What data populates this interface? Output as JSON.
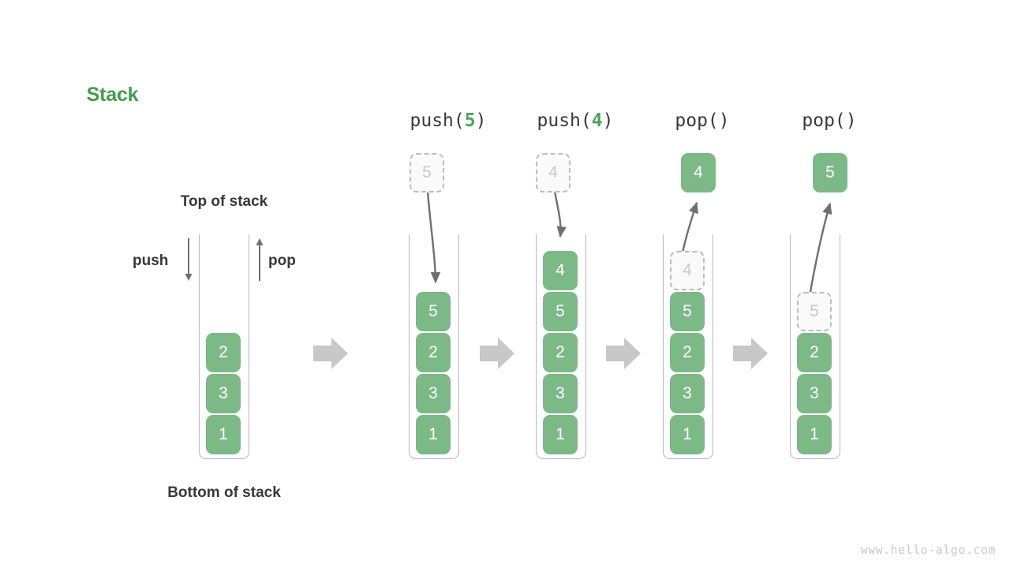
{
  "diagram": {
    "title": "Stack",
    "title_color": "#459a53",
    "cell_color": "#7cb987",
    "ghost_border_color": "#bdbdbd",
    "arrow_color": "#707070",
    "flow_arrow_color": "#c8c8c8",
    "labels": {
      "top_of_stack": "Top of stack",
      "bottom_of_stack": "Bottom of stack",
      "push": "push",
      "pop": "pop"
    },
    "watermark": "www.hello-algo.com"
  },
  "panels": [
    {
      "id": "initial",
      "header": null,
      "header_arg": null,
      "stack": [
        "2",
        "3",
        "1"
      ],
      "floating": null,
      "ghost_in_stack": null
    },
    {
      "id": "push-5",
      "header_prefix": "push(",
      "header_arg": "5",
      "header_suffix": ")",
      "stack": [
        "5",
        "2",
        "3",
        "1"
      ],
      "floating": {
        "value": "5",
        "style": "ghost"
      },
      "ghost_in_stack": null
    },
    {
      "id": "push-4",
      "header_prefix": "push(",
      "header_arg": "4",
      "header_suffix": ")",
      "stack": [
        "4",
        "5",
        "2",
        "3",
        "1"
      ],
      "floating": {
        "value": "4",
        "style": "ghost"
      },
      "ghost_in_stack": null
    },
    {
      "id": "pop-1",
      "header_prefix": "pop(",
      "header_arg": "",
      "header_suffix": ")",
      "stack": [
        "5",
        "2",
        "3",
        "1"
      ],
      "floating": {
        "value": "4",
        "style": "solid"
      },
      "ghost_in_stack": {
        "value": "4",
        "slot": 0
      }
    },
    {
      "id": "pop-2",
      "header_prefix": "pop(",
      "header_arg": "",
      "header_suffix": ")",
      "stack": [
        "2",
        "3",
        "1"
      ],
      "floating": {
        "value": "5",
        "style": "solid"
      },
      "ghost_in_stack": {
        "value": "5",
        "slot": 1
      }
    }
  ]
}
